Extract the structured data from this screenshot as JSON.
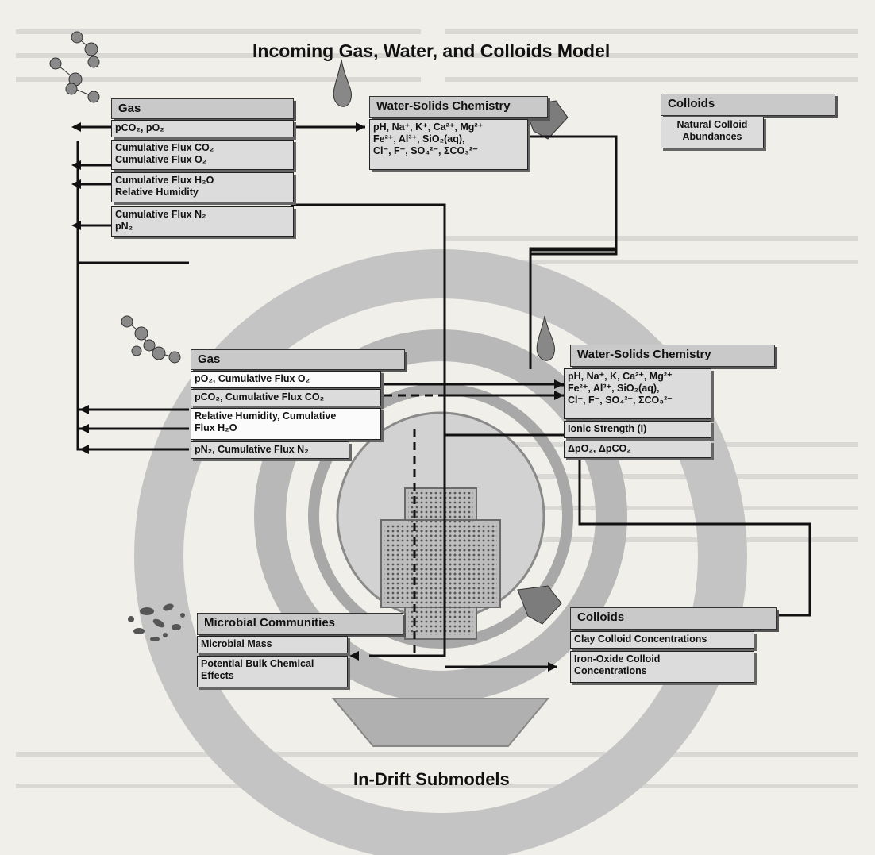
{
  "title": "Incoming Gas, Water, and Colloids Model",
  "footer_title": "In-Drift Submodels",
  "top": {
    "gas": {
      "header": "Gas",
      "items": [
        "pCO₂, pO₂",
        "Cumulative Flux CO₂",
        "Cumulative Flux O₂",
        "Cumulative Flux H₂O",
        "Relative Humidity",
        "Cumulative Flux N₂",
        "pN₂"
      ]
    },
    "water": {
      "header": "Water-Solids Chemistry",
      "lines": [
        "pH, Na⁺, K⁺, Ca²⁺, Mg²⁺",
        "Fe²⁺, Al³⁺, SiO₂(aq),",
        "Cl⁻, F⁻, SO₄²⁻, ΣCO₃²⁻"
      ]
    },
    "colloids": {
      "header": "Colloids",
      "lines": [
        "Natural Colloid",
        "Abundances"
      ]
    }
  },
  "bottom": {
    "gas": {
      "header": "Gas",
      "items": [
        "pO₂, Cumulative Flux O₂",
        "pCO₂, Cumulative Flux CO₂",
        "Relative Humidity, Cumulative",
        "Flux H₂O",
        "pN₂, Cumulative Flux N₂"
      ]
    },
    "water": {
      "header": "Water-Solids Chemistry",
      "lines": [
        "pH, Na⁺, K, Ca²⁺, Mg²⁺",
        "Fe²⁺, Al³⁺, SiO₂(aq),",
        "Cl⁻, F⁻, SO₄²⁻, ΣCO₃²⁻"
      ],
      "extra": [
        "Ionic Strength (I)",
        "ΔpO₂, ΔpCO₂"
      ]
    },
    "microbial": {
      "header": "Microbial Communities",
      "lines": [
        "Microbial Mass",
        "Potential Bulk Chemical",
        "Effects"
      ]
    },
    "colloids": {
      "header": "Colloids",
      "lines": [
        "Clay Colloid Concentrations",
        "Iron-Oxide Colloid",
        "Concentrations"
      ]
    }
  },
  "colors": {
    "ring": "#c4c4c4",
    "ring_dark": "#9c9c9c",
    "box": "#dcdcdc",
    "header": "#c9c9c9",
    "line": "#111111"
  }
}
